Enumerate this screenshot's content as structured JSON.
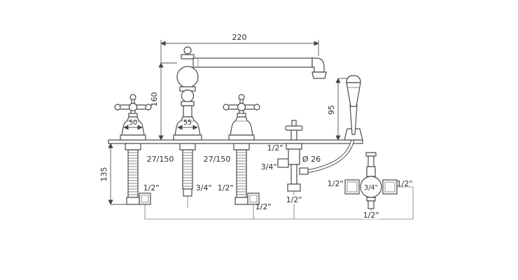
{
  "drawing": {
    "dimensions": {
      "spout_reach": "220",
      "spout_height": "160",
      "left_handle_base": "50",
      "spout_base": "55",
      "under_deck_depth": "135",
      "shower_height": "95",
      "left_shank_thread": "27/150",
      "right_shank_thread": "27/150",
      "hose_diameter": "Ø 26"
    },
    "connections": {
      "left_shank": "1/2\"",
      "middle_shank": "3/4\"",
      "right_shank_side": "1/2\"",
      "right_shank_bottom": "1/2\"",
      "diverter_top": "1/2\"",
      "diverter_side": "3/4\"",
      "diverter_bottom": "1/2\"",
      "valve_left": "1/2\"",
      "valve_center": "3/4\"",
      "valve_right": "1/2\"",
      "valve_bottom": "1/2\""
    }
  }
}
